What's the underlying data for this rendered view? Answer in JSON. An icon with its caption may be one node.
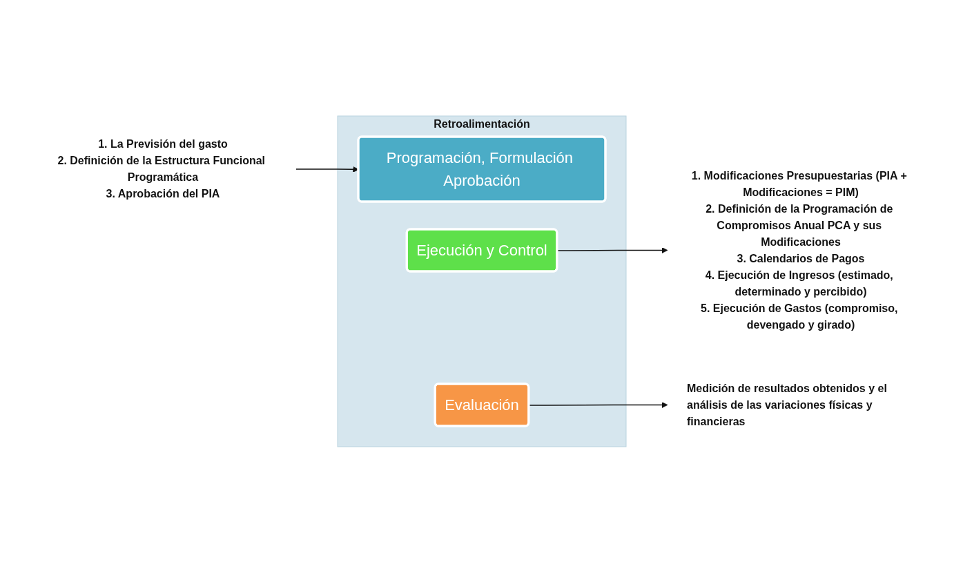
{
  "diagram": {
    "nodes": [
      {
        "text": [
          "1. La Previsión del gasto",
          "2. Definición de la Estructura Funcional Programática",
          "3. Aprobación del PIA"
        ]
      },
      {
        "text": [
          "Medición de resultados obtenidos y el análisis de las variaciones físicas y financieras"
        ]
      },
      {
        "text": [
          "Retroalimentación"
        ]
      },
      {
        "text": [
          "Programación, Formulación Aprobación"
        ],
        "in": 2
      },
      {
        "text": [
          "Ejecución y Control"
        ],
        "in": 2
      },
      {
        "text": [
          "Evaluación"
        ],
        "in": 2
      },
      {
        "text": [
          "1. Modificaciones Presupuestarias (PIA + Modificaciones = PIM)",
          "2. Definición de la Programación de Compromisos Anual PCA y sus Modificaciones",
          "3. Calendarios de Pagos",
          "4. Ejecución de Ingresos (estimado, determinado y percibido)",
          "5. Ejecución de Gastos (compromiso, devengado y girado)"
        ]
      }
    ],
    "edges": [
      {
        "from": 0,
        "to": 3,
        "arrow": "to"
      },
      {
        "from": 4,
        "to": 6,
        "arrow": "to"
      },
      {
        "from": 5,
        "to": 1,
        "arrow": "to"
      }
    ]
  }
}
